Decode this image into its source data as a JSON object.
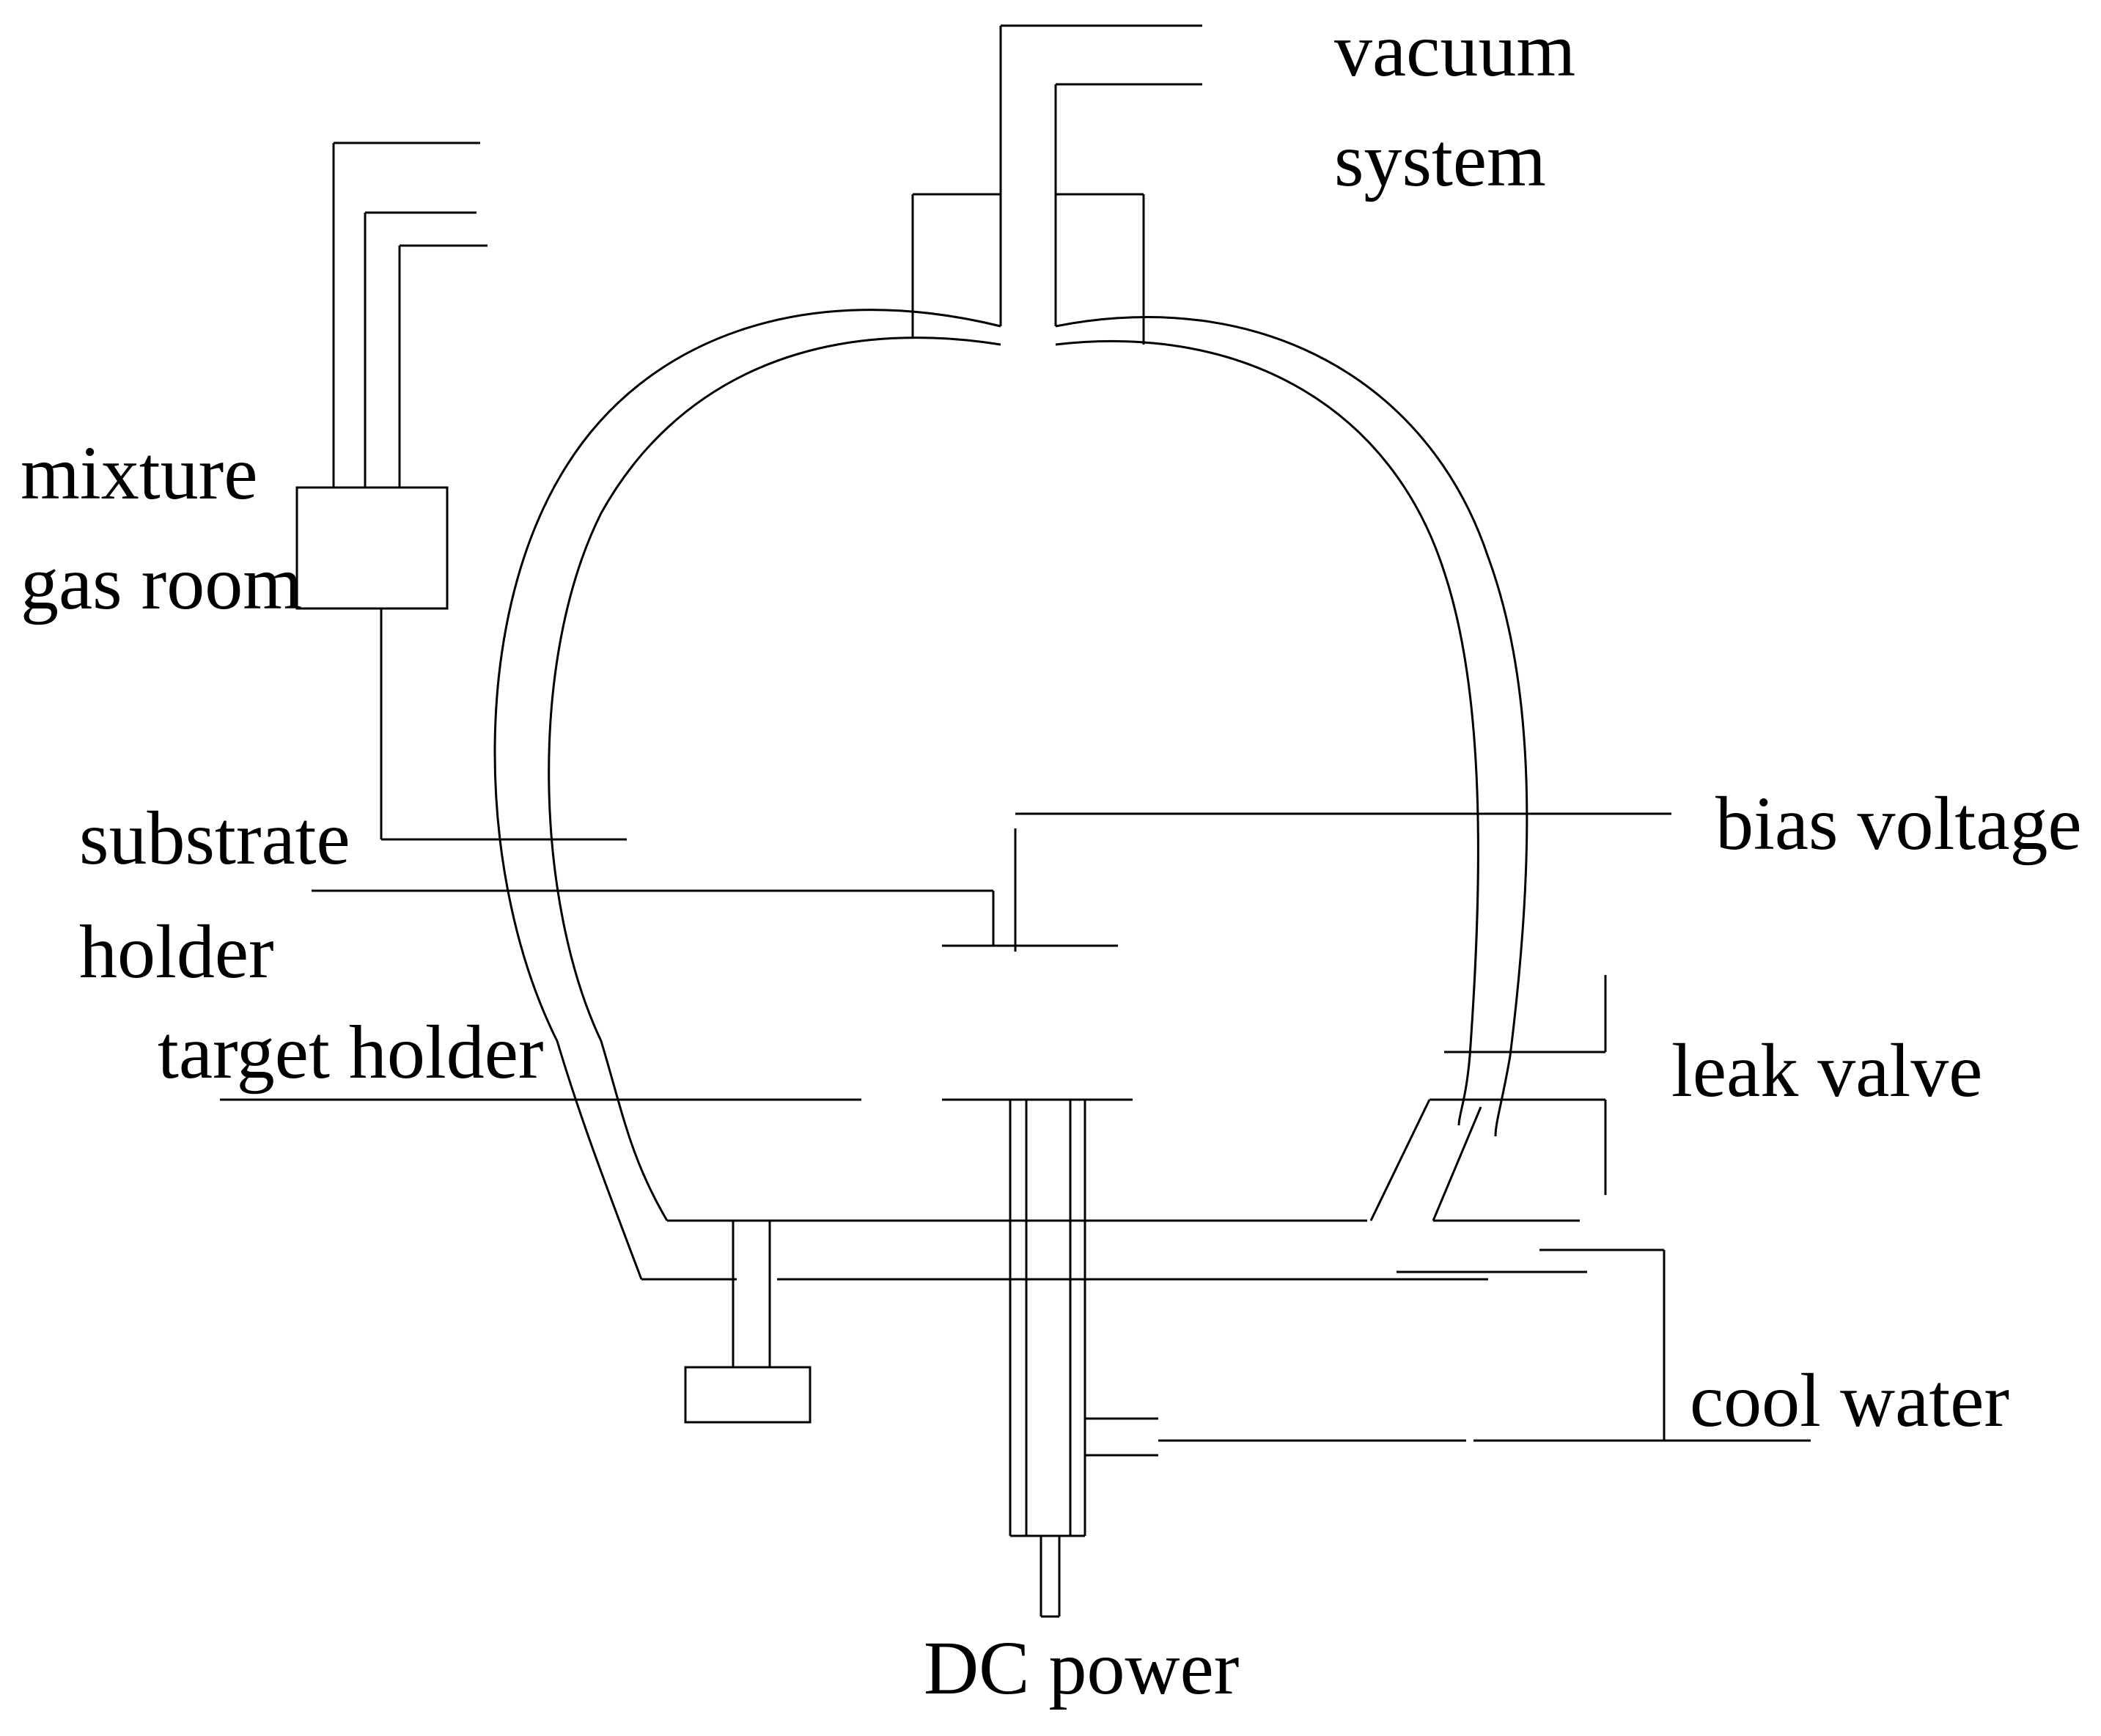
{
  "labels": {
    "vacuum_line1": "vacuum",
    "vacuum_line2": "system",
    "mixture_line1": "mixture",
    "mixture_line2": "gas room",
    "substrate_line1": "substrate",
    "substrate_line2": "holder",
    "target_holder": "target holder",
    "bias_voltage": "bias voltage",
    "leak_valve": "leak valve",
    "cool_water": "cool water",
    "dc_power": "DC power"
  },
  "colors": {
    "line": "#000000",
    "background": "#ffffff"
  }
}
